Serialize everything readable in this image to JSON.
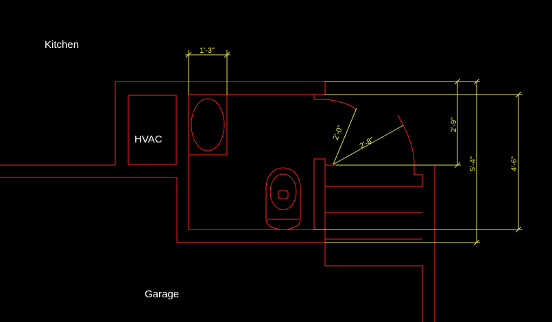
{
  "rooms": {
    "kitchen": "Kitchen",
    "hvac": "HVAC",
    "garage": "Garage"
  },
  "dimensions": {
    "toilet_width": "1'-3\"",
    "door_left": "2'-0\"",
    "door_right": "2'-8\"",
    "height_a": "2'-9\"",
    "height_b": "5'-4\"",
    "height_c": "4'-6\""
  },
  "colors": {
    "wall": "#ff2020",
    "dimension": "#e6e64a",
    "label": "#ffffff",
    "background": "#000000"
  }
}
